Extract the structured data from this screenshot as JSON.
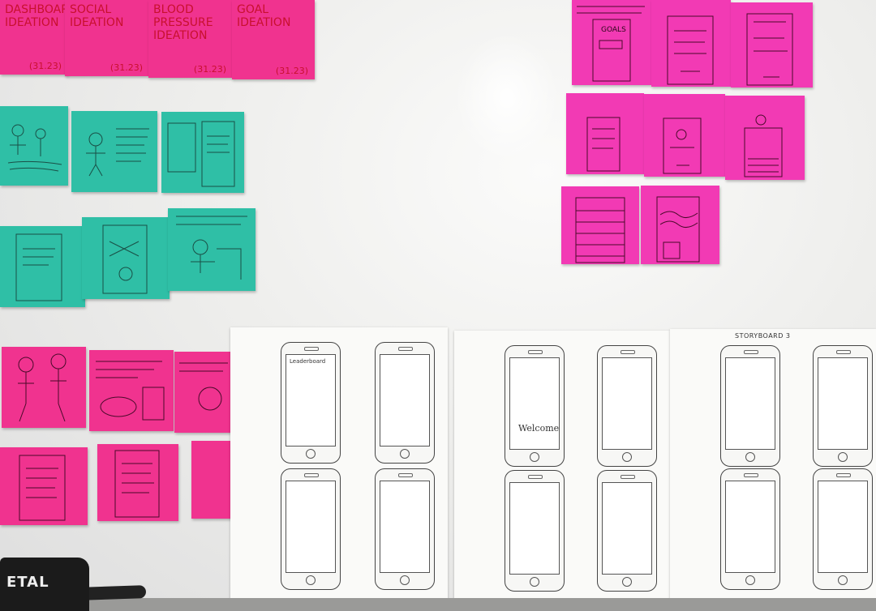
{
  "scene": {
    "description_free": true,
    "colors": {
      "board": "#eeeeec",
      "pink": "#f0338f",
      "magenta": "#f23ab4",
      "teal": "#2fbfa6",
      "paper": "#fafaf8"
    }
  },
  "top_notes": [
    {
      "label": "DASHBOARD IDEATION",
      "num": "(31.23)"
    },
    {
      "label": "SOCIAL IDEATION",
      "num": "(31.23)"
    },
    {
      "label": "BLOOD PRESSURE IDEATION",
      "num": "(31.23)"
    },
    {
      "label": "GOAL IDEATION",
      "num": "(31.23)"
    }
  ],
  "papers": [
    {
      "title": ""
    },
    {
      "title": ""
    },
    {
      "title": "STORYBOARD 3"
    }
  ],
  "screen_texts": {
    "welcome": "Welcome",
    "leaderboard": "Leaderboard",
    "goals": "GOALS"
  },
  "marker_brand": "ETAL"
}
